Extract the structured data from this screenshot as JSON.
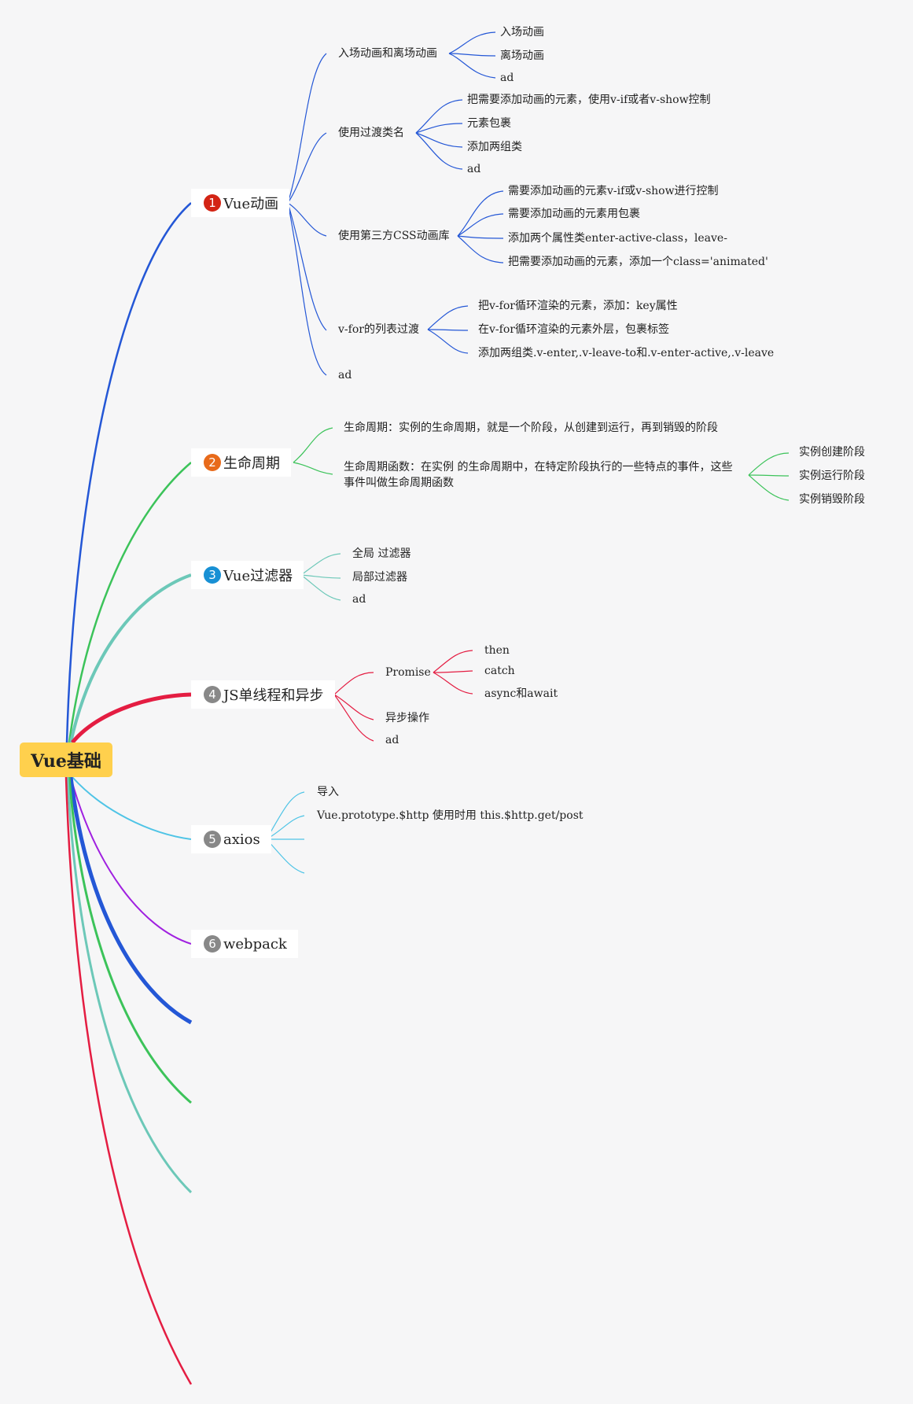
{
  "root": {
    "label": "Vue基础"
  },
  "colors": {
    "blue": "#2457d6",
    "green": "#3cc35a",
    "teal": "#6cc8b8",
    "red": "#e41d42",
    "sky": "#4fc4e6",
    "purple": "#a020e0",
    "orange": "#e86a1a",
    "badge_red": "#d32414",
    "badge_blue": "#1890d4",
    "badge_gray": "#888888",
    "root_bg": "#ffd04d"
  },
  "branches": [
    {
      "num": "1",
      "label": "Vue动画",
      "children": [
        {
          "label": "入场动画和离场动画",
          "children": [
            "入场动画",
            "离场动画",
            "ad"
          ]
        },
        {
          "label": "使用过渡类名",
          "children": [
            "把需要添加动画的元素，使用v-if或者v-show控制",
            "元素包裹",
            "添加两组类",
            "ad"
          ]
        },
        {
          "label": "使用第三方CSS动画库",
          "children": [
            "需要添加动画的元素v-if或v-show进行控制",
            "需要添加动画的元素用包裹",
            "添加两个属性类enter-active-class，leave-",
            "把需要添加动画的元素，添加一个class='animated'"
          ]
        },
        {
          "label": "v-for的列表过渡",
          "children": [
            "把v-for循环渲染的元素，添加：key属性",
            "在v-for循环渲染的元素外层，包裹标签",
            "添加两组类.v-enter,.v-leave-to和.v-enter-active,.v-leave"
          ]
        },
        {
          "label": "ad",
          "children": []
        }
      ]
    },
    {
      "num": "2",
      "label": "生命周期",
      "children": [
        {
          "label": "生命周期：实例的生命周期，就是一个阶段，从创建到运行，再到销毁的阶段",
          "children": []
        },
        {
          "label": "生命周期函数：在实例 的生命周期中，在特定阶段执行的一些特点的事件，这些事件叫做生命周期函数",
          "children": [
            "实例创建阶段",
            "实例运行阶段",
            "实例销毁阶段"
          ]
        }
      ]
    },
    {
      "num": "3",
      "label": "Vue过滤器",
      "children": [
        {
          "label": "全局 过滤器",
          "children": []
        },
        {
          "label": "局部过滤器",
          "children": []
        },
        {
          "label": "ad",
          "children": []
        }
      ]
    },
    {
      "num": "4",
      "label": "JS单线程和异步",
      "children": [
        {
          "label": "Promise",
          "children": [
            "then",
            "catch",
            "async和await"
          ]
        },
        {
          "label": "异步操作",
          "children": []
        },
        {
          "label": "ad",
          "children": []
        }
      ]
    },
    {
      "num": "5",
      "label": "axios",
      "children": [
        {
          "label": "导入",
          "children": []
        },
        {
          "label": "Vue.prototype.$http 使用时用 this.$http.get/post",
          "children": []
        }
      ]
    },
    {
      "num": "6",
      "label": "webpack",
      "children": []
    }
  ]
}
